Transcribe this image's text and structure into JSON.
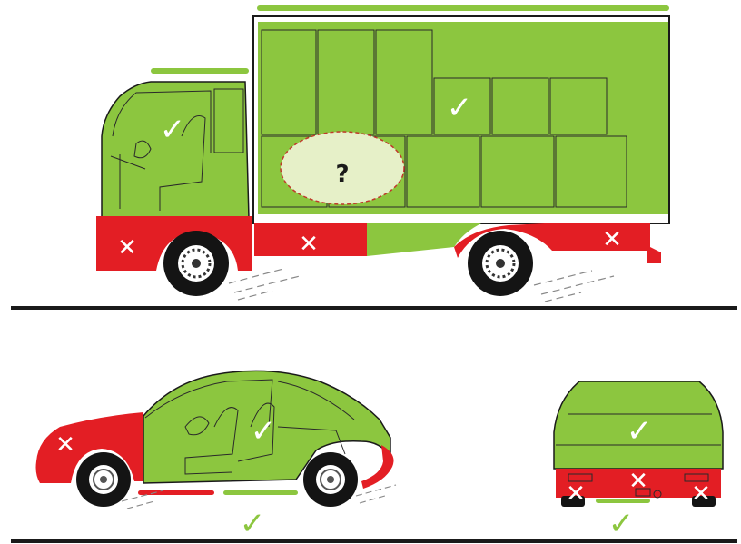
{
  "colors": {
    "green": "#8cc63f",
    "green_light": "#a3d14f",
    "red": "#e31e24",
    "outline": "#1a1a1a",
    "tire": "#141414",
    "ground": "#1a1a1a",
    "unknown_fill": "#e6f0c8",
    "unknown_border": "#c0392b"
  },
  "marks": {
    "ok": "✓",
    "not_ok": "✕",
    "unknown": "?"
  },
  "truck": {
    "cab_area": "ok",
    "cargo_upper_area": "ok",
    "cargo_middle_area": "unknown",
    "front_lower_area": "not_ok",
    "middle_lower_area": "not_ok",
    "rear_lower_area": "not_ok"
  },
  "car_side": {
    "hood_area": "not_ok",
    "cabin_area": "ok",
    "floor_area": "ok"
  },
  "car_rear": {
    "body_area": "ok",
    "bumper_left": "not_ok",
    "bumper_center": "not_ok",
    "bumper_right": "not_ok",
    "floor_area": "ok"
  }
}
